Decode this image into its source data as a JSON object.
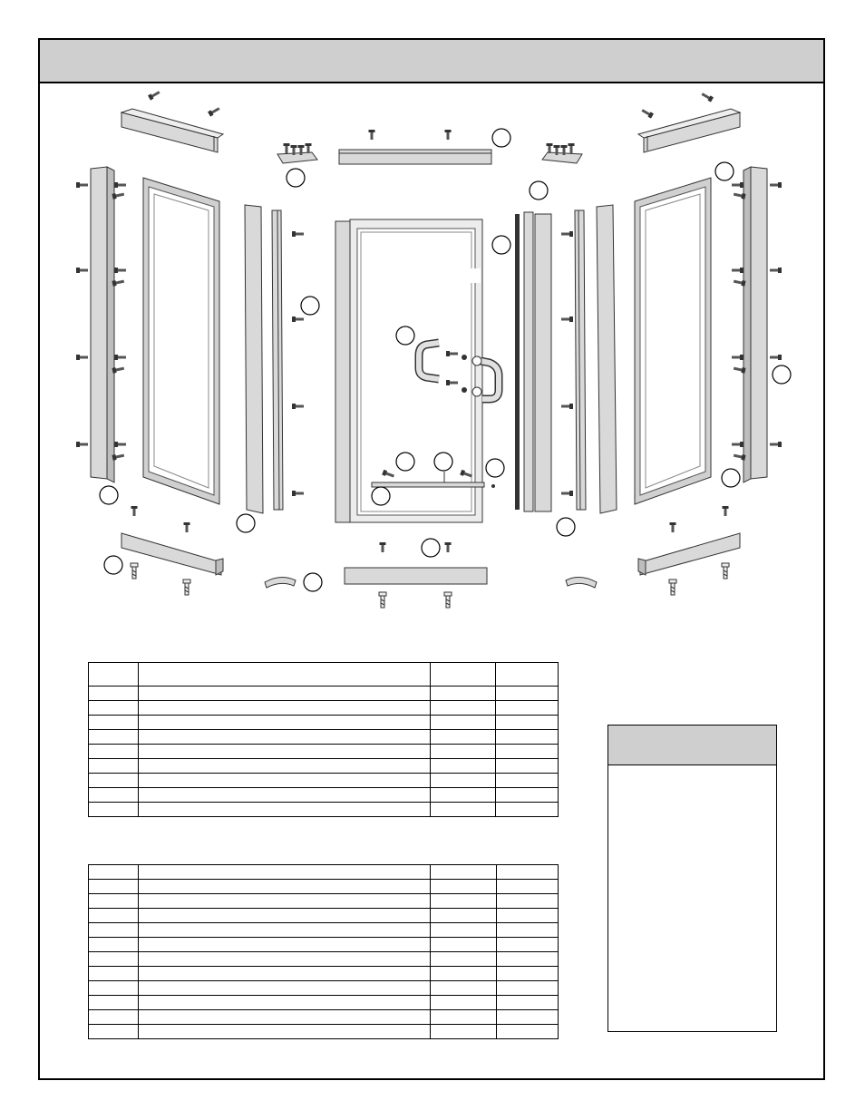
{
  "document": {
    "header_title": "",
    "diagram": {
      "callout_labels": []
    },
    "parts_table_1": {
      "rows": 10,
      "columns": 4
    },
    "parts_table_2": {
      "rows": 12,
      "columns": 4
    },
    "notes_box": {
      "title": ""
    }
  },
  "colors": {
    "header_fill": "#cfcfcf",
    "outline": "#000000",
    "part_fill": "#d9d9d9",
    "part_stroke": "#333333"
  },
  "icons": [
    "screw-icon",
    "bracket-icon",
    "door-handle-icon",
    "callout-circle-icon"
  ]
}
